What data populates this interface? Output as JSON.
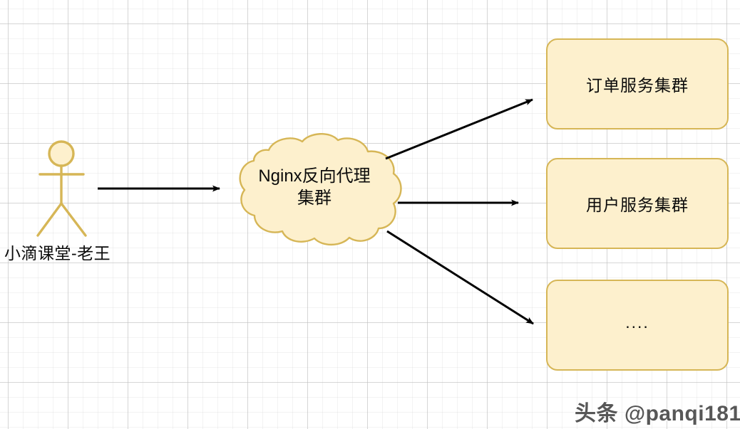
{
  "diagram": {
    "title": "Nginx reverse proxy cluster architecture",
    "background": {
      "grid": "on",
      "minor_grid_color": "#eeeeee",
      "major_grid_color": "#c8c8c8",
      "page_color": "#ffffff"
    },
    "palette": {
      "node_fill": "#fdf0cd",
      "node_stroke": "#d6b656",
      "actor_stroke": "#d6b656",
      "actor_fill": "#fdf0cd",
      "arrow_color": "#000000",
      "text_color": "#0b0b0b"
    },
    "actor": {
      "name": "stick-figure-user",
      "label": "小滴课堂-老王"
    },
    "cloud": {
      "name": "nginx-cloud",
      "line1": "Nginx反向代理",
      "line2": "集群"
    },
    "nodes": [
      {
        "id": "order",
        "label": "订单服务集群"
      },
      {
        "id": "user",
        "label": "用户服务集群"
      },
      {
        "id": "more",
        "label": "...."
      }
    ],
    "connectors": [
      {
        "name": "actor-to-cloud",
        "from": "stick-figure-user",
        "to": "nginx-cloud",
        "style": "solid-arrow"
      },
      {
        "name": "cloud-to-order",
        "from": "nginx-cloud",
        "to": "order",
        "style": "solid-arrow"
      },
      {
        "name": "cloud-to-user",
        "from": "nginx-cloud",
        "to": "user",
        "style": "solid-arrow"
      },
      {
        "name": "cloud-to-more",
        "from": "nginx-cloud",
        "to": "more",
        "style": "solid-arrow"
      }
    ],
    "watermark": {
      "text": "头条 @panqi181"
    }
  }
}
